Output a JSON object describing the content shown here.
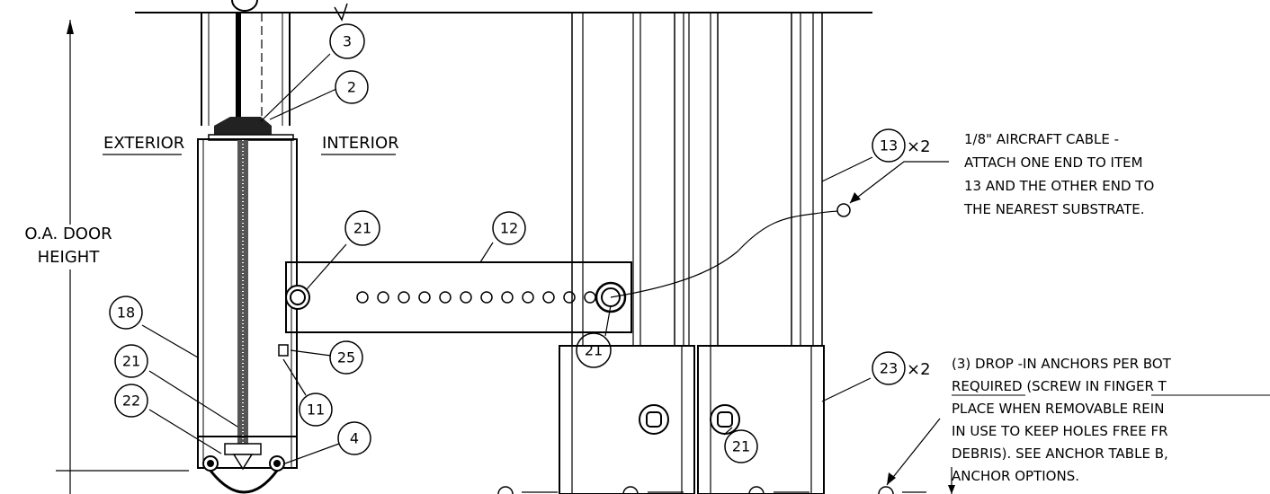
{
  "labels": {
    "exterior": "EXTERIOR",
    "interior": "INTERIOR",
    "height_line1": "O.A. DOOR",
    "height_line2": "HEIGHT"
  },
  "callouts": {
    "c3": "3",
    "c2": "2",
    "c21_top": "21",
    "c12": "12",
    "c18": "18",
    "c21_left": "21",
    "c22": "22",
    "c4": "4",
    "c25": "25",
    "c11": "11",
    "c21_bracket": "21",
    "c21_lower": "21",
    "c13": "13",
    "c13_qty": "×2",
    "c23": "23",
    "c23_qty": "×2"
  },
  "cable_note": [
    "1/8\" AIRCRAFT CABLE -",
    "ATTACH ONE END TO ITEM",
    "13 AND THE OTHER END TO",
    "THE NEAREST SUBSTRATE."
  ],
  "anchor_note": [
    "(3) DROP -IN ANCHORS PER BOT",
    "REQUIRED (SCREW IN FINGER T",
    "PLACE WHEN REMOVABLE REIN",
    "IN USE TO KEEP HOLES FREE FR",
    "DEBRIS). SEE ANCHOR TABLE B,",
    "ANCHOR OPTIONS."
  ]
}
